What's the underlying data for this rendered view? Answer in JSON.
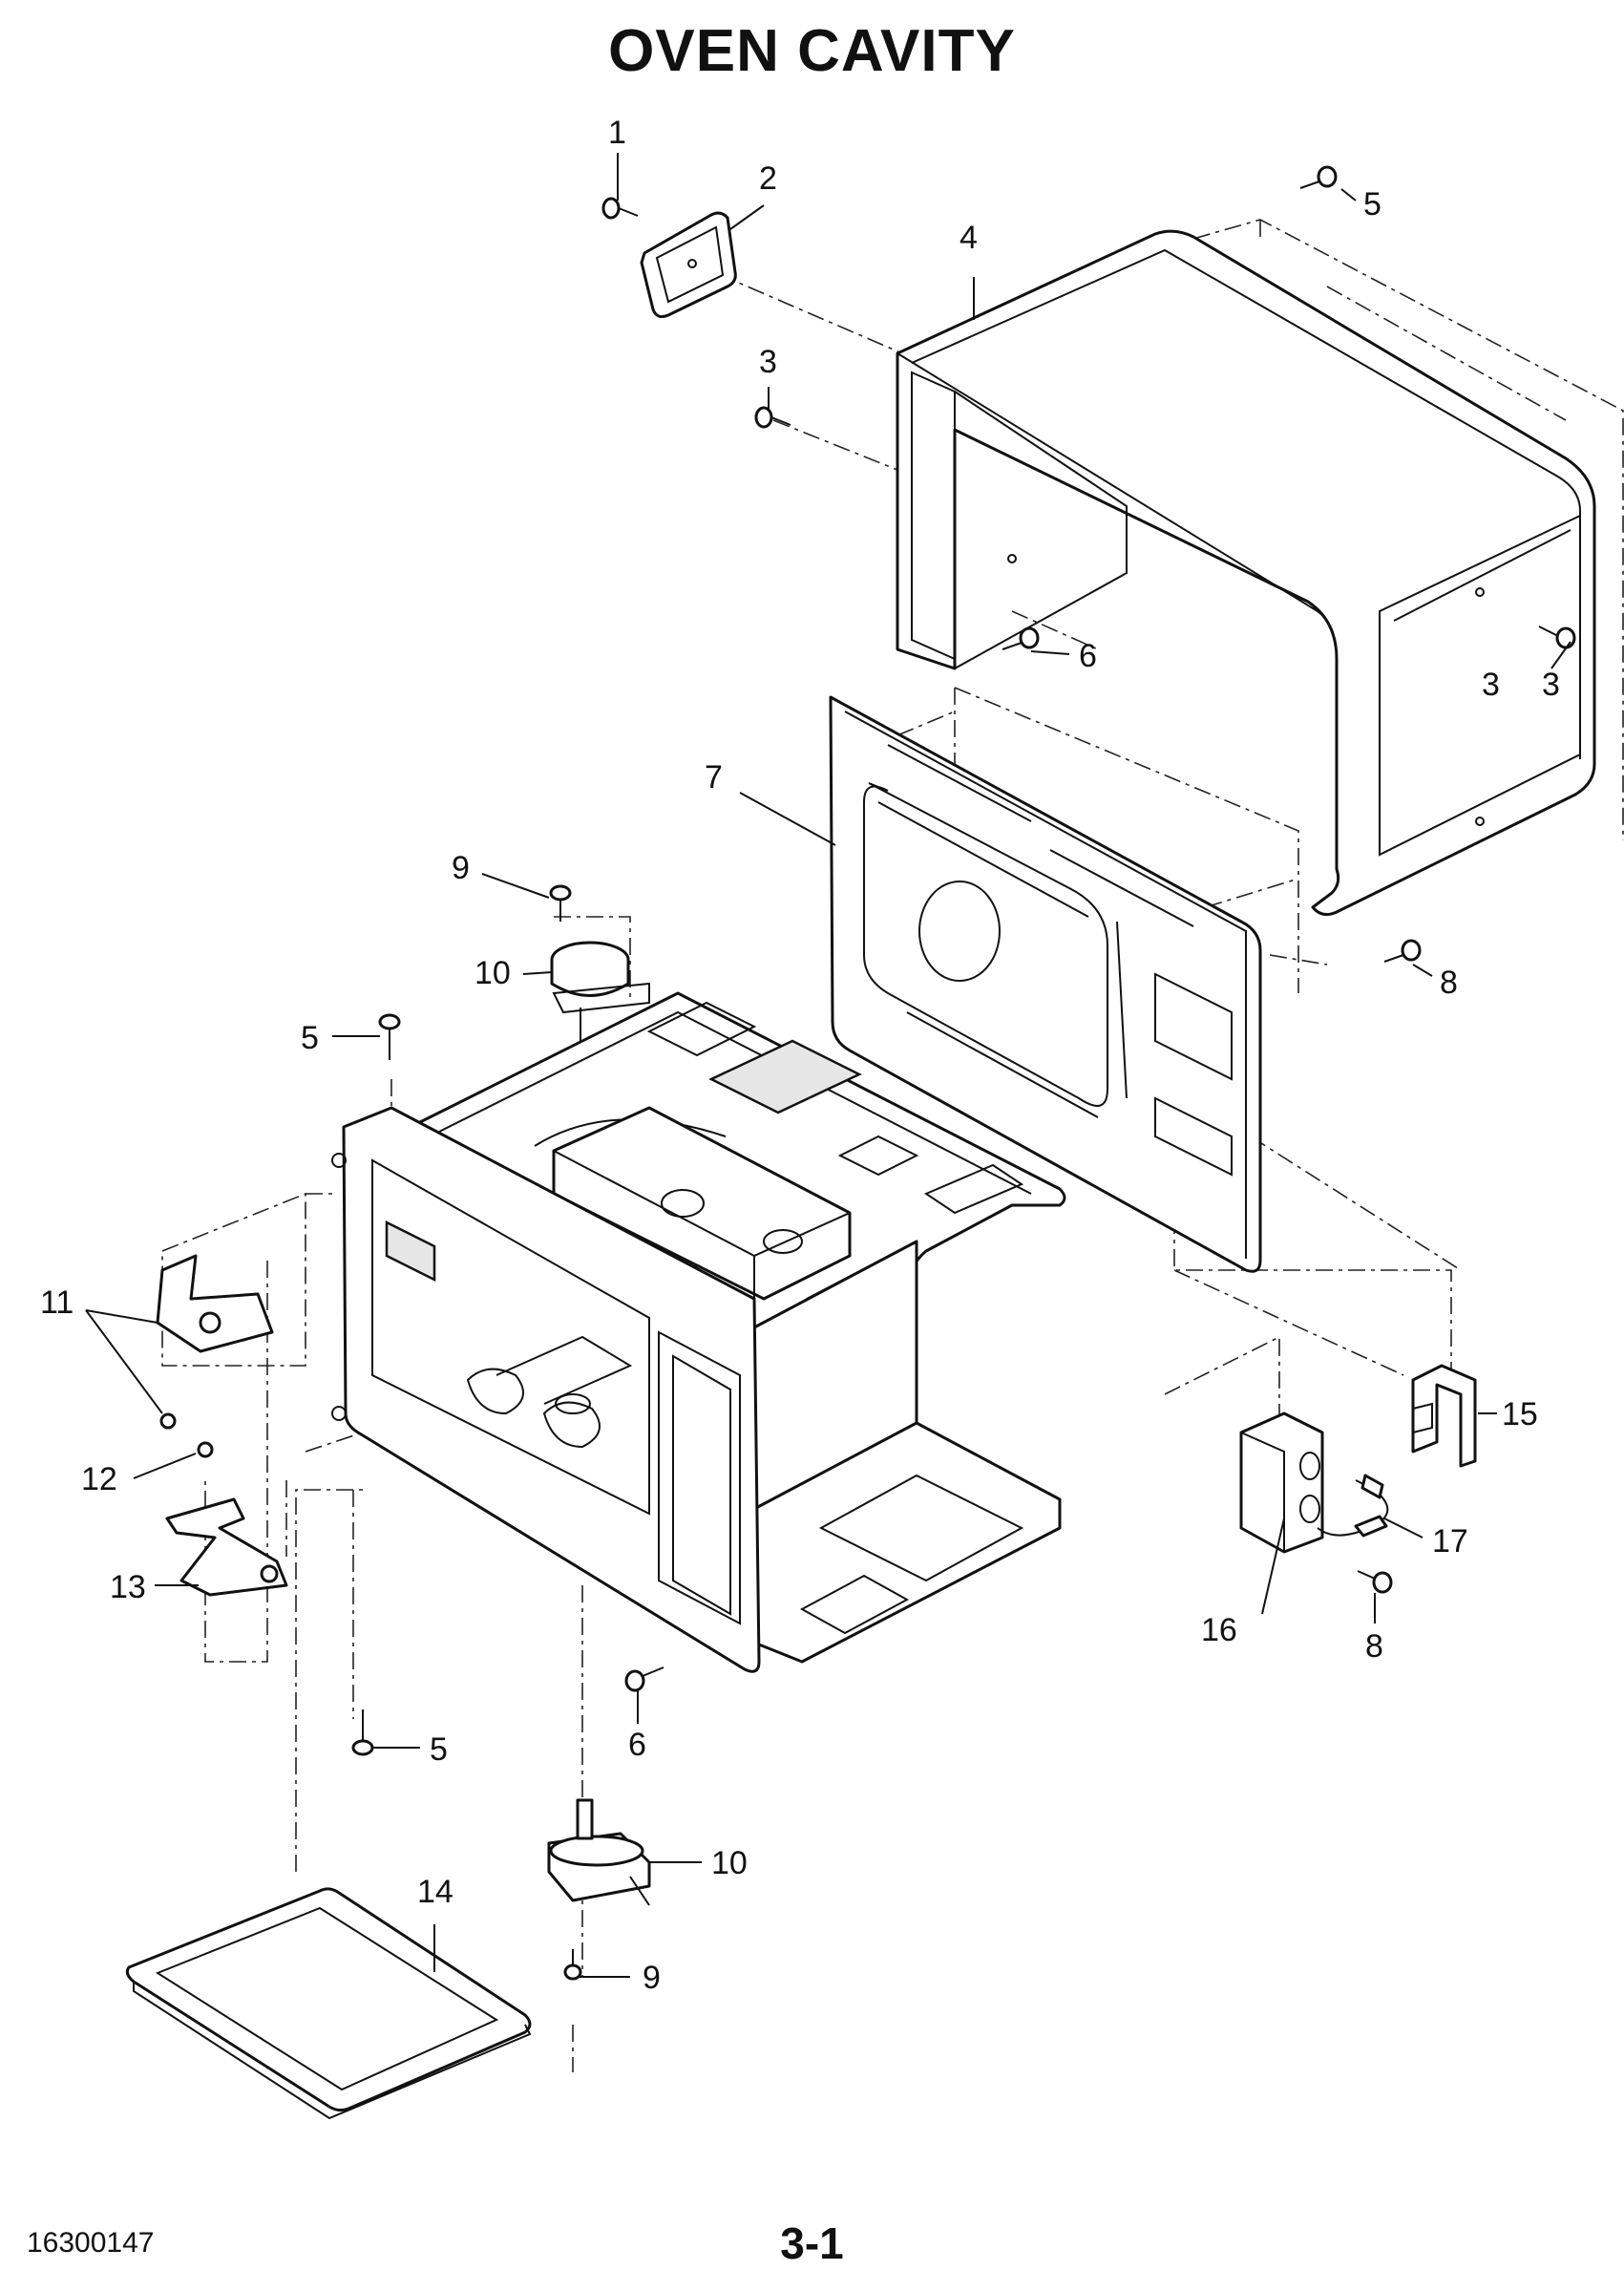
{
  "page": {
    "title": "OVEN CAVITY",
    "doc_number": "16300147",
    "page_number": "3-1"
  },
  "callouts": [
    "1",
    "2",
    "3",
    "3",
    "3",
    "4",
    "5",
    "5",
    "5",
    "6",
    "6",
    "7",
    "8",
    "8",
    "9",
    "9",
    "10",
    "10",
    "11",
    "12",
    "13",
    "14",
    "15",
    "16",
    "17"
  ]
}
